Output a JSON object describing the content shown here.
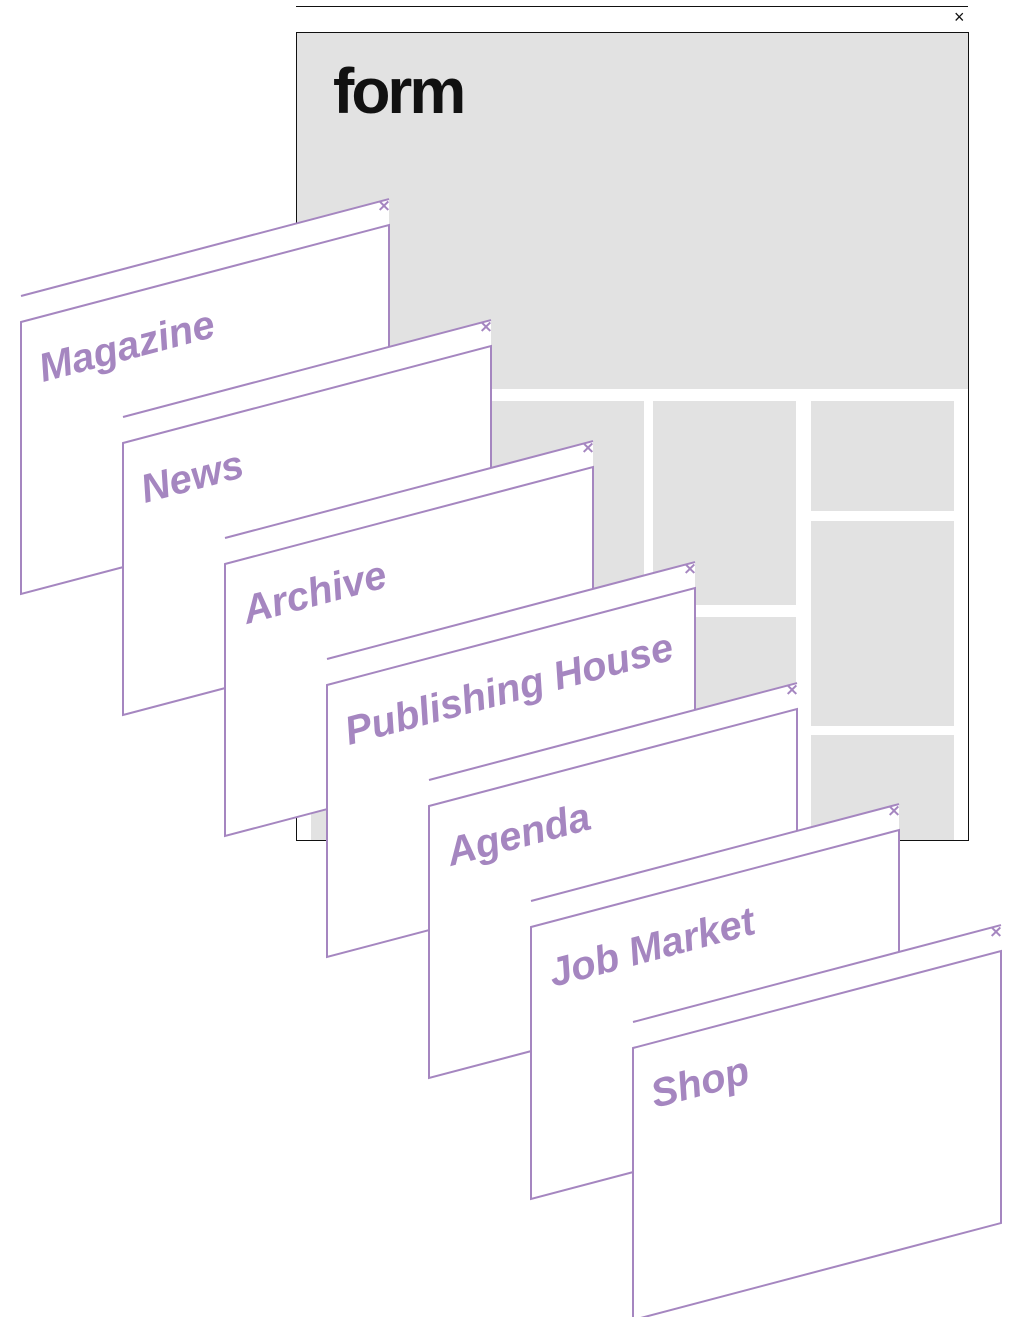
{
  "main_window": {
    "logo": "form",
    "close_glyph": "×"
  },
  "menu_cards": [
    {
      "label": "Magazine",
      "close_glyph": "×"
    },
    {
      "label": "News",
      "close_glyph": "×"
    },
    {
      "label": "Archive",
      "close_glyph": "×"
    },
    {
      "label": "Publishing House",
      "close_glyph": "×"
    },
    {
      "label": "Agenda",
      "close_glyph": "×"
    },
    {
      "label": "Job Market",
      "close_glyph": "×"
    },
    {
      "label": "Shop",
      "close_glyph": "×"
    }
  ],
  "colors": {
    "accent": "#a586c0",
    "text": "#111111",
    "placeholder": "#e2e2e2"
  }
}
